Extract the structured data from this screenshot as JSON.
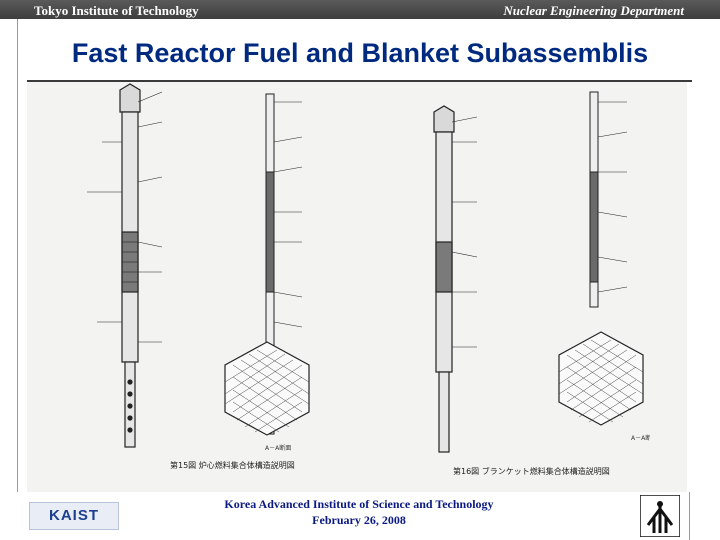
{
  "header": {
    "left": "Tokyo Institute of Technology",
    "right": "Nuclear Engineering Department"
  },
  "title": "Fast Reactor Fuel and Blanket Subassemblis",
  "figure": {
    "captions": {
      "left": "第15図  炉心燃料集合体構造説明図",
      "right": "第16図  ブランケット燃料集合体構造説明図",
      "section_left": "A－A断面",
      "section_right": "A－A断面"
    }
  },
  "footer": {
    "institution": "Korea Advanced Institute of Science and Technology",
    "date": "February 26, 2008",
    "logo_left": "KAIST"
  }
}
